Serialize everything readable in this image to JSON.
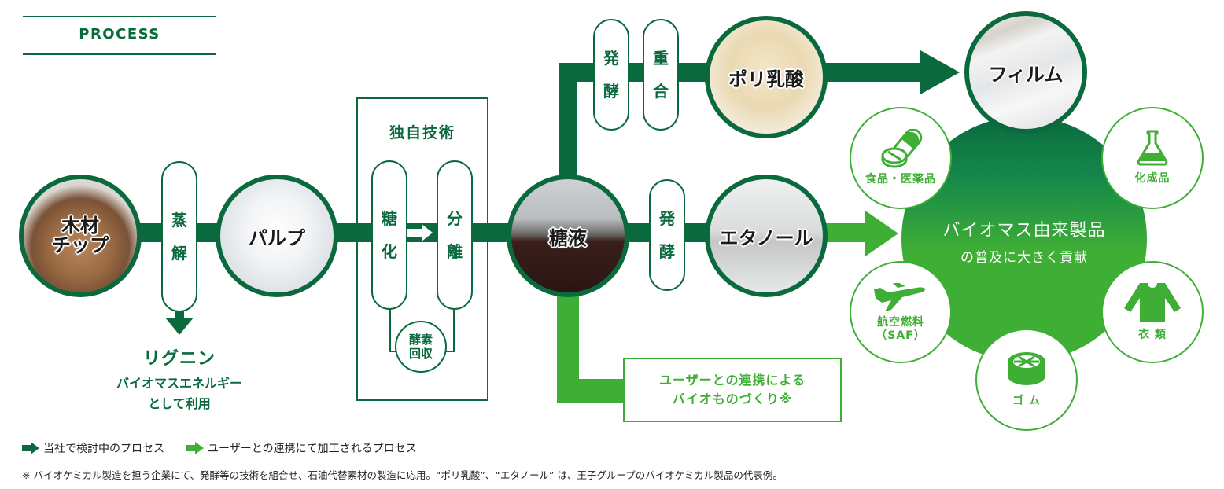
{
  "header": {
    "title": "PROCESS"
  },
  "colors": {
    "company_process": "#0a6a3e",
    "partner_process": "#3fae35",
    "text_dark": "#222222"
  },
  "nodes": {
    "wood_chips": {
      "label_line1": "木材",
      "label_line2": "チップ"
    },
    "pulp": {
      "label": "パルプ"
    },
    "sugar_liquid": {
      "label": "糖液"
    },
    "polylactic_acid": {
      "label": "ポリ乳酸"
    },
    "ethanol": {
      "label": "エタノール"
    },
    "film": {
      "label": "フィルム"
    }
  },
  "steps": {
    "steaming": {
      "chars": [
        "蒸",
        "解"
      ]
    },
    "saccharification": {
      "chars": [
        "糖",
        "化"
      ]
    },
    "separation": {
      "chars": [
        "分",
        "離"
      ]
    },
    "fermentation_top": {
      "chars": [
        "発",
        "酵"
      ]
    },
    "polymerization": {
      "chars": [
        "重",
        "合"
      ]
    },
    "fermentation_mid": {
      "chars": [
        "発",
        "酵"
      ]
    },
    "enzyme_recovery": {
      "line1": "酵素",
      "line2": "回収"
    }
  },
  "proprietary": {
    "title": "独自技術"
  },
  "lignin": {
    "title": "リグニン",
    "line1": "バイオマスエネルギー",
    "line2": "として利用"
  },
  "partner_box": {
    "line1": "ユーザーとの連携による",
    "line2": "バイオものづくり※"
  },
  "hub": {
    "line1": "バイオマス由来製品",
    "line2": "の普及に大きく貢献"
  },
  "products": [
    {
      "id": "food-pharma",
      "icon": "capsule-pill-icon",
      "label": "食品・医薬品"
    },
    {
      "id": "chemicals",
      "icon": "flask-icon",
      "label": "化成品"
    },
    {
      "id": "clothing",
      "icon": "shirt-icon",
      "label": "衣 類"
    },
    {
      "id": "rubber",
      "icon": "tire-icon",
      "label": "ゴ ム"
    },
    {
      "id": "aviation-fuel",
      "icon": "airplane-icon",
      "label_line1": "航空燃料",
      "label_line2": "（SAF）"
    }
  ],
  "legend": {
    "items": [
      {
        "color": "#0a6a3e",
        "label": "当社で検討中のプロセス"
      },
      {
        "color": "#3fae35",
        "label": "ユーザーとの連携にて加工されるプロセス"
      }
    ],
    "note": "※ バイオケミカル製造を担う企業にて、発酵等の技術を組合せ、石油代替素材の製造に応用。“ポリ乳酸”、“エタノール” は、王子グループのバイオケミカル製品の代表例。"
  }
}
